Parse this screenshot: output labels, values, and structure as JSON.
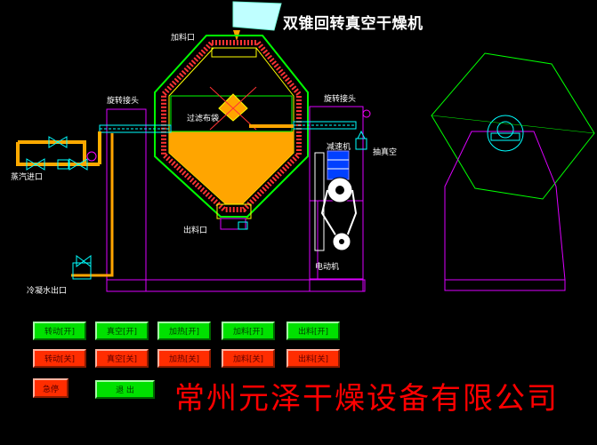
{
  "header": {
    "title": "双锥回转真空干燥机"
  },
  "labels": {
    "feed_inlet": "加料口",
    "rotary_joint_left": "旋转接头",
    "rotary_joint_right": "旋转接头",
    "filter_bag": "过滤布袋",
    "reducer": "减速机",
    "vacuum_pump": "抽真空",
    "steam_inlet": "蒸汽进口",
    "discharge_outlet": "出料口",
    "motor": "电动机",
    "cooling_water_outlet": "冷凝水出口"
  },
  "buttons": {
    "start_on": "转动[开]",
    "vacuum_on": "真空[开]",
    "heat_on": "加热[开]",
    "feed_on": "加料[开]",
    "discharge_on": "出料[开]",
    "start_off": "转动[关]",
    "vacuum_off": "真空[关]",
    "heat_off": "加热[关]",
    "feed_off": "加料[关]",
    "discharge_off": "出料[关]",
    "emergency_stop": "急停",
    "exit": "退 出"
  },
  "footer": {
    "company": "常州元泽干燥设备有限公司"
  },
  "colors": {
    "on": "#00e100",
    "off": "#ff2d00",
    "material": "#ffa500",
    "company": "#ff0000"
  }
}
